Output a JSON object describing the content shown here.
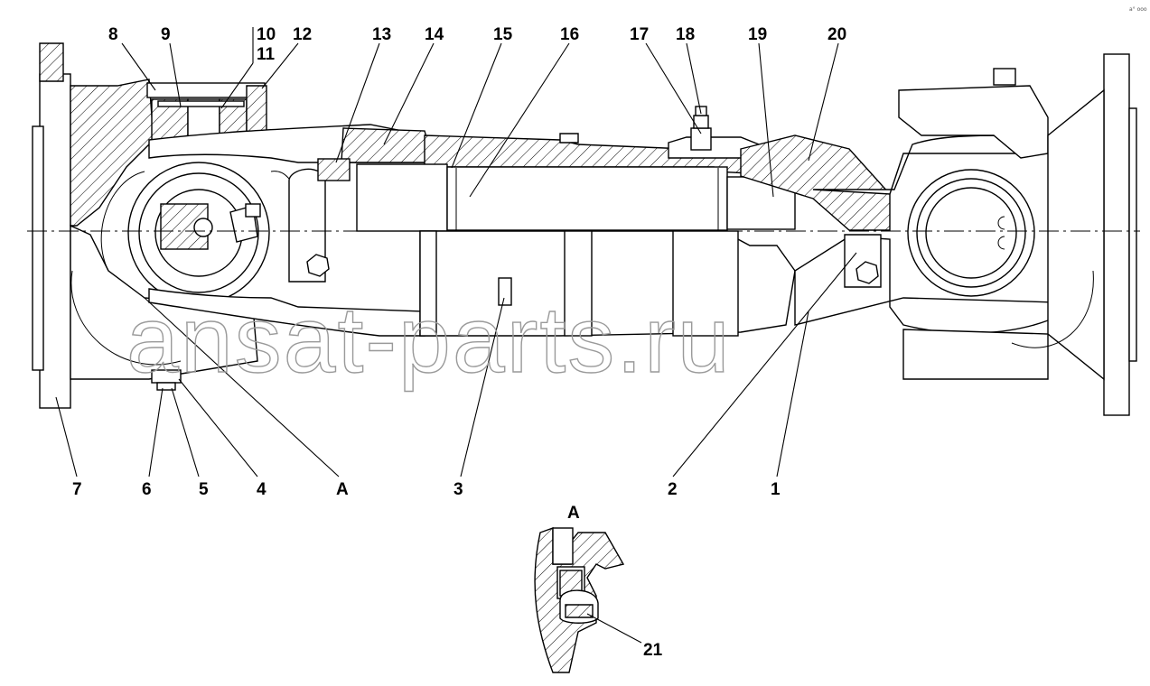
{
  "drawing": {
    "callouts_top": [
      "8",
      "9",
      "10",
      "11",
      "12",
      "13",
      "14",
      "15",
      "16",
      "17",
      "18",
      "19",
      "20"
    ],
    "callouts_bottom": [
      "7",
      "6",
      "5",
      "4",
      "A",
      "3",
      "2",
      "1"
    ],
    "detail": {
      "title": "A",
      "callout": "21"
    },
    "watermark": "ansat-parts.ru",
    "corner_mark": "a° ooo"
  }
}
